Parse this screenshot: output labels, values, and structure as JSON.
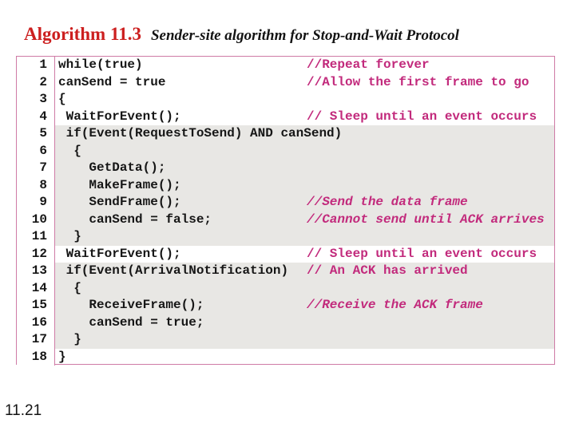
{
  "header": {
    "algorithm_label": "Algorithm 11.3",
    "subtitle": "Sender-site algorithm for Stop-and-Wait Protocol"
  },
  "footer": {
    "page_number": "11.21"
  },
  "colors": {
    "title_red": "#cc1f1f",
    "comment_magenta": "#c22a7c",
    "box_border_pink": "#cf7ba6",
    "shaded_row_gray": "#e8e7e4"
  },
  "code": {
    "lines": [
      {
        "no": "1",
        "code": "while(true)",
        "comment": "//Repeat forever",
        "italic": false,
        "shaded": false
      },
      {
        "no": "2",
        "code": "canSend = true",
        "comment": "//Allow the first frame to go",
        "italic": false,
        "shaded": false
      },
      {
        "no": "3",
        "code": "{",
        "comment": "",
        "italic": false,
        "shaded": false
      },
      {
        "no": "4",
        "code": " WaitForEvent();",
        "comment": "// Sleep until an event occurs",
        "italic": false,
        "shaded": false
      },
      {
        "no": "5",
        "code": " if(Event(RequestToSend) AND canSend)",
        "comment": "",
        "italic": false,
        "shaded": true
      },
      {
        "no": "6",
        "code": "  {",
        "comment": "",
        "italic": false,
        "shaded": true
      },
      {
        "no": "7",
        "code": "    GetData();",
        "comment": "",
        "italic": false,
        "shaded": true
      },
      {
        "no": "8",
        "code": "    MakeFrame();",
        "comment": "",
        "italic": false,
        "shaded": true
      },
      {
        "no": "9",
        "code": "    SendFrame();",
        "comment": "//Send the data frame",
        "italic": true,
        "shaded": true
      },
      {
        "no": "10",
        "code": "    canSend = false;",
        "comment": "//Cannot send until ACK arrives",
        "italic": true,
        "shaded": true
      },
      {
        "no": "11",
        "code": "  }",
        "comment": "",
        "italic": false,
        "shaded": true
      },
      {
        "no": "12",
        "code": " WaitForEvent();",
        "comment": "// Sleep until an event occurs",
        "italic": false,
        "shaded": false
      },
      {
        "no": "13",
        "code": " if(Event(ArrivalNotification)",
        "comment": "// An ACK has arrived",
        "italic": false,
        "shaded": true
      },
      {
        "no": "14",
        "code": "  {",
        "comment": "",
        "italic": false,
        "shaded": true
      },
      {
        "no": "15",
        "code": "    ReceiveFrame();",
        "comment": "//Receive the ACK frame",
        "italic": true,
        "shaded": true
      },
      {
        "no": "16",
        "code": "    canSend = true;",
        "comment": "",
        "italic": false,
        "shaded": true
      },
      {
        "no": "17",
        "code": "  }",
        "comment": "",
        "italic": false,
        "shaded": true
      },
      {
        "no": "18",
        "code": "}",
        "comment": "",
        "italic": false,
        "shaded": false
      }
    ]
  }
}
